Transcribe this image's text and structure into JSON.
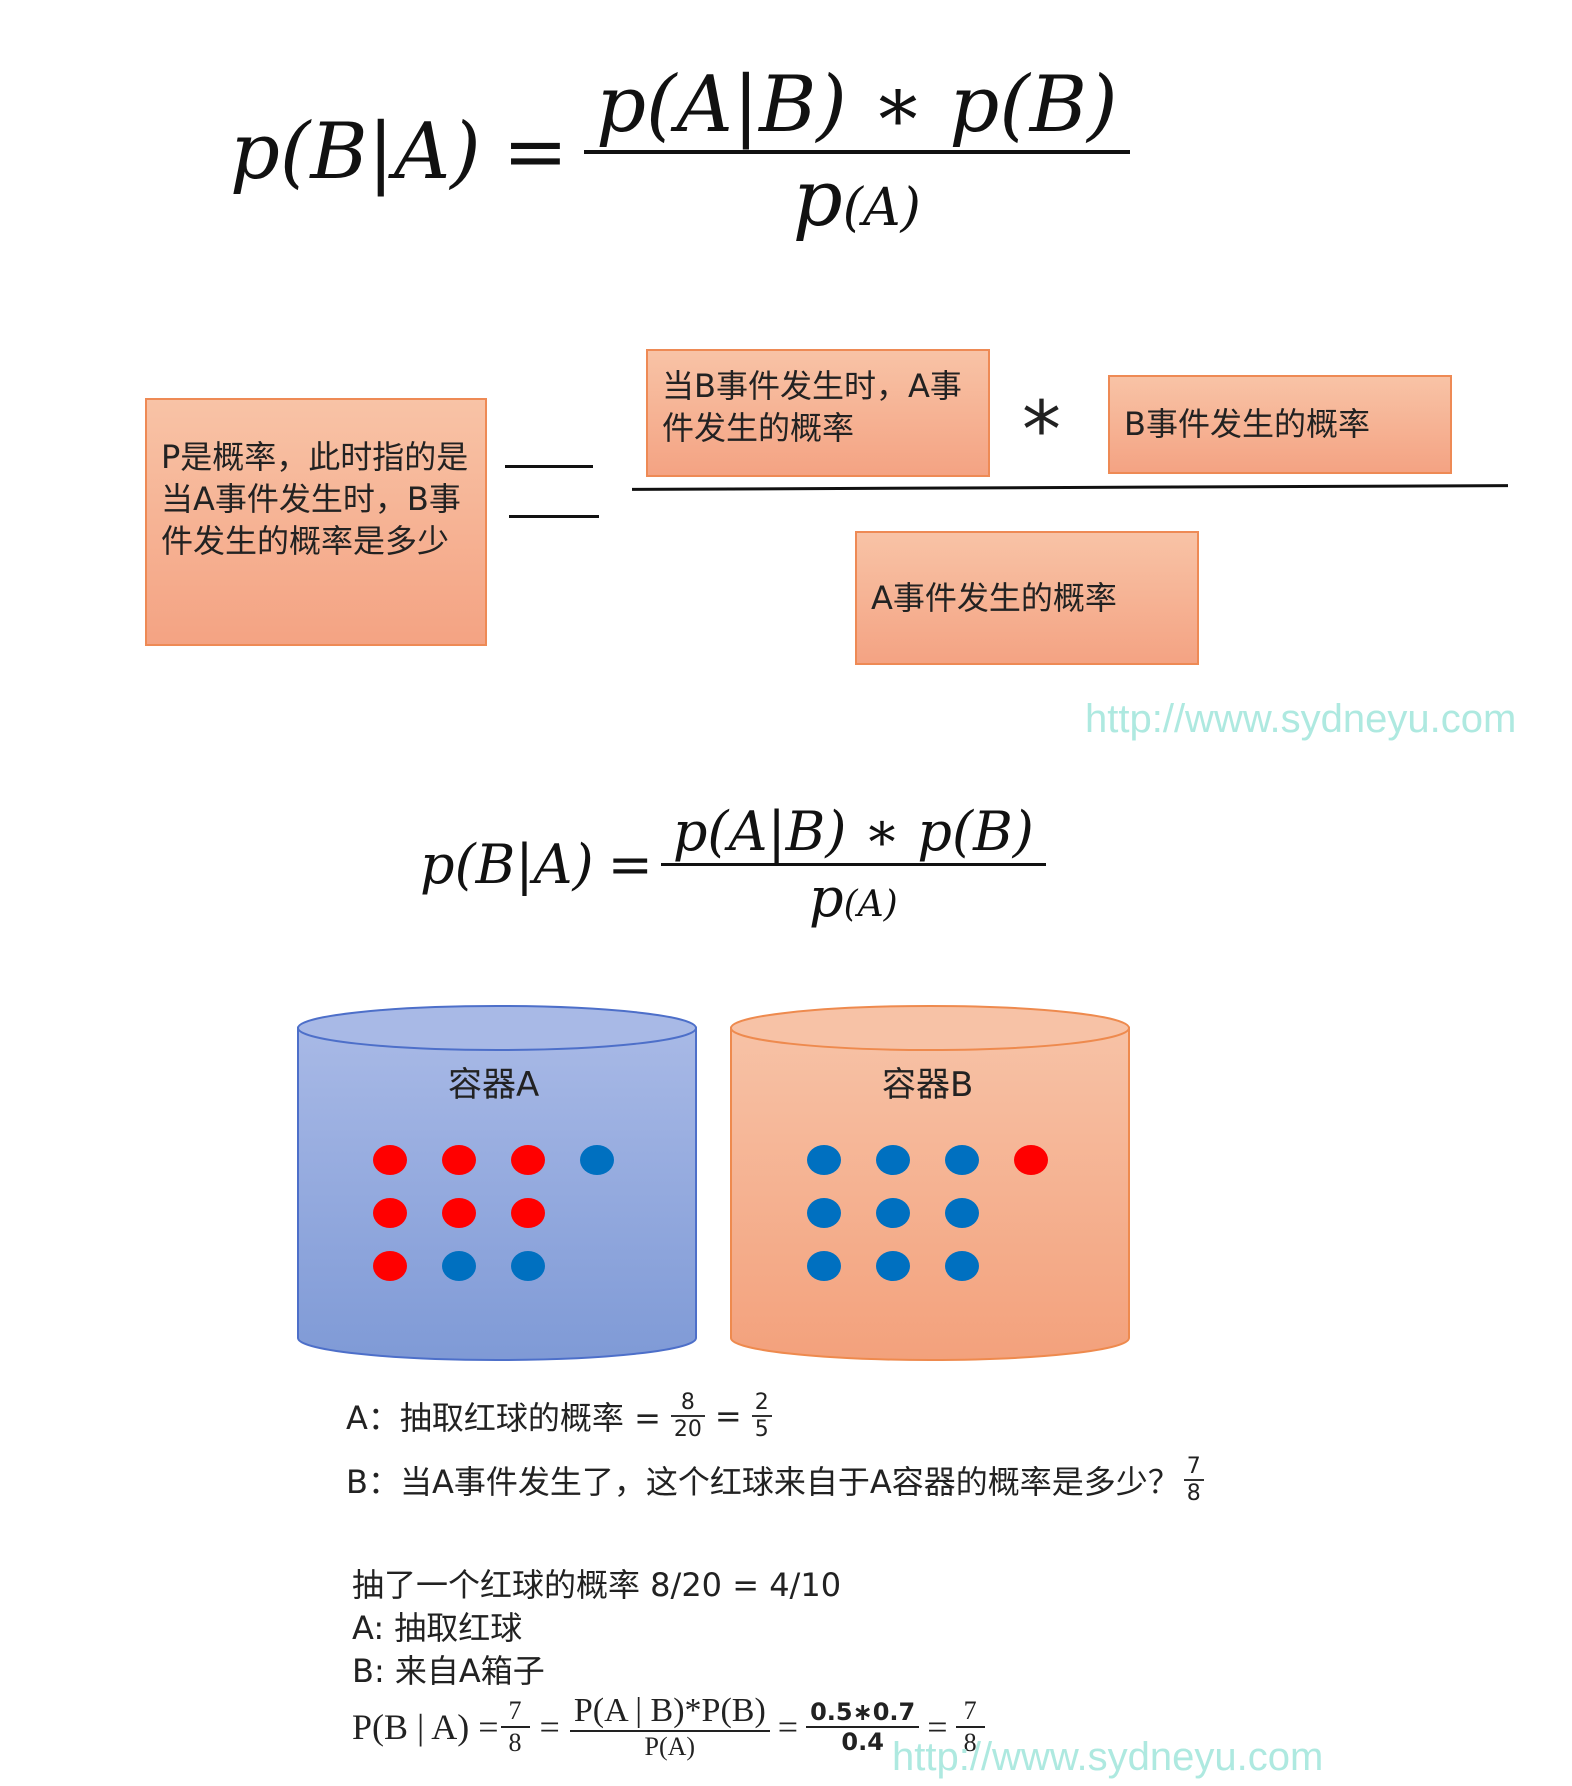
{
  "formula": {
    "lhs": "p(B|A)",
    "eq": "=",
    "numerator": "p(A|B) ∗ p(B)",
    "den_p": "p",
    "den_sub": "(A)"
  },
  "word_formula": {
    "left_box": "P是概率，此时指的是当A事件发生时，B事件发生的概率是多少",
    "top_box_1": "当B事件发生时，A事件发生的概率",
    "times": "*",
    "top_box_2": "B事件发生的概率",
    "bottom_box": "A事件发生的概率"
  },
  "watermark_1": "http://www.sydneyu.com",
  "watermark_2": "http://www.sydneyu.com",
  "containers": [
    {
      "label": "容器A",
      "fill_top": "#a8b9e6",
      "fill_bottom": "#7f9ad6",
      "stroke": "#4d6fc9",
      "balls": [
        [
          "red",
          "red",
          "red",
          "blue"
        ],
        [
          "red",
          "red",
          "red"
        ],
        [
          "red",
          "blue",
          "blue"
        ]
      ]
    },
    {
      "label": "容器B",
      "fill_top": "#f7c2a6",
      "fill_bottom": "#f3a17c",
      "stroke": "#ee8a4e",
      "balls": [
        [
          "blue",
          "blue",
          "blue",
          "red"
        ],
        [
          "blue",
          "blue",
          "blue"
        ],
        [
          "blue",
          "blue",
          "blue"
        ]
      ]
    }
  ],
  "ball_colors": {
    "red": "#ff0000",
    "blue": "#0070c0"
  },
  "notes": {
    "a_prefix": "A：抽取红球的概率 =",
    "a_f1_num": "8",
    "a_f1_den": "20",
    "a_eq": "=",
    "a_f2_num": "2",
    "a_f2_den": "5",
    "b_prefix": "B：当A事件发生了，这个红球来自于A容器的概率是多少？",
    "b_f_num": "7",
    "b_f_den": "8"
  },
  "explanation": {
    "line1": "抽了一个红球的概率 8/20 = 4/10",
    "line2": "A: 抽取红球",
    "line3": "B: 来自A箱子",
    "calc": {
      "lhs": "P(B | A) =",
      "f1_num": "7",
      "f1_den": "8",
      "eq": "=",
      "f2_num": "P(A | B)*P(B)",
      "f2_den": "P(A)",
      "f3_num": "0.5∗0.7",
      "f3_den": "0.4",
      "f4_num": "7",
      "f4_den": "8"
    }
  }
}
